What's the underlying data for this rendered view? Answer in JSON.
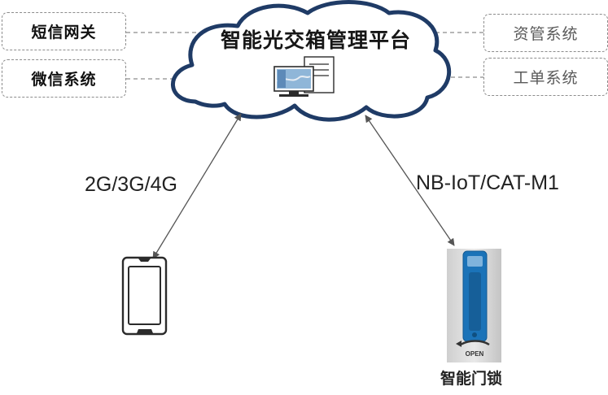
{
  "platform": {
    "title": "智能光交箱管理平台"
  },
  "left_systems": [
    {
      "label": "短信网关"
    },
    {
      "label": "微信系统"
    }
  ],
  "right_systems": [
    {
      "label": "资管系统"
    },
    {
      "label": "工单系统"
    }
  ],
  "links": {
    "phone": "2G/3G/4G",
    "lock": "NB-IoT/CAT-M1"
  },
  "devices": {
    "lock": {
      "caption": "智能门锁",
      "engraving": "OPEN"
    }
  },
  "colors": {
    "cloud_outline": "#1f3b66",
    "lock_body": "#1b73b8",
    "dashed_border": "#8c8c8c"
  }
}
